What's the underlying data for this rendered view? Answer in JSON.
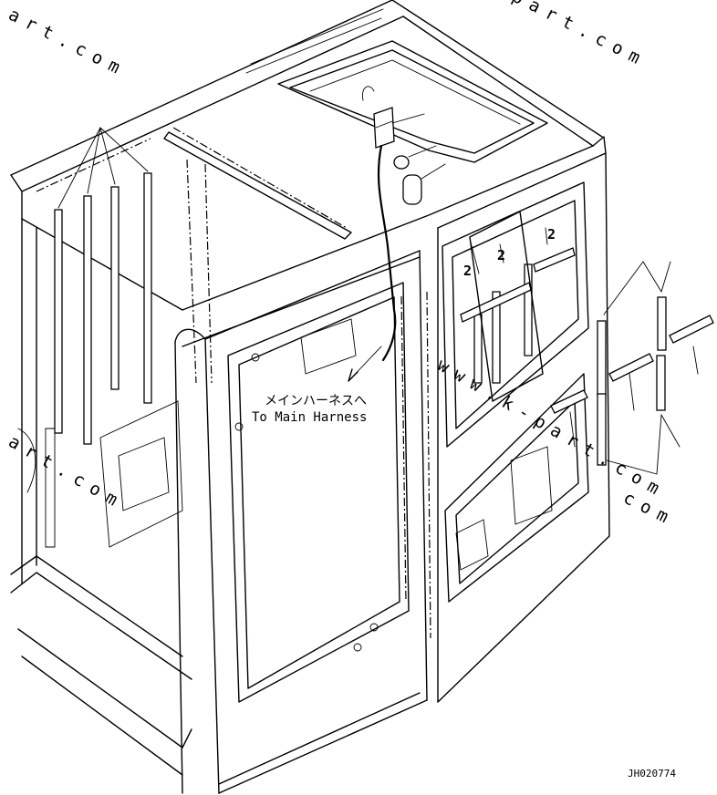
{
  "callouts": {
    "harness_jp": "メインハーネスへ",
    "harness_en": "To Main Harness",
    "part_no": "2"
  },
  "drawing_code": "JH020774",
  "watermarks": [
    "art.com",
    "part.com",
    "www.k-part.com",
    "art.com",
    "com"
  ]
}
